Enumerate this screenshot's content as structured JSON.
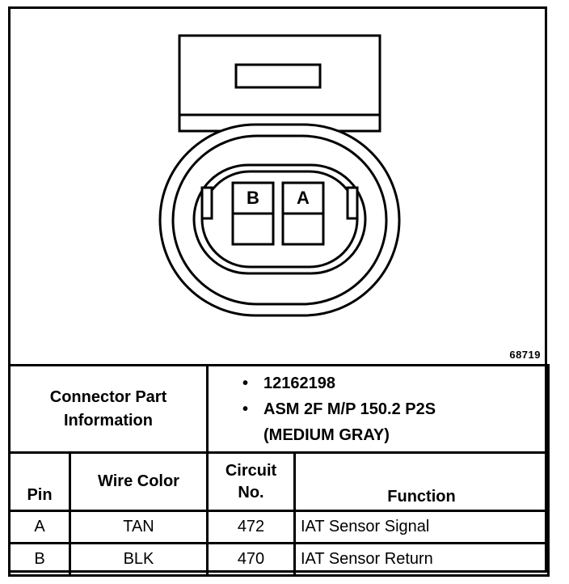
{
  "diagram": {
    "figure_number": "68719",
    "pin_labels": [
      "B",
      "A"
    ]
  },
  "connector_info": {
    "label_line1": "Connector Part",
    "label_line2": "Information",
    "items": [
      {
        "line1": "12162198",
        "line2": ""
      },
      {
        "line1": "ASM 2F M/P 150.2 P2S",
        "line2": "(MEDIUM GRAY)"
      }
    ]
  },
  "table": {
    "headers": {
      "pin": "Pin",
      "wire_color": "Wire Color",
      "circuit_line1": "Circuit",
      "circuit_line2": "No.",
      "function": "Function"
    },
    "rows": [
      {
        "pin": "A",
        "wire_color": "TAN",
        "circuit": "472",
        "function": "IAT Sensor Signal"
      },
      {
        "pin": "B",
        "wire_color": "BLK",
        "circuit": "470",
        "function": "IAT Sensor Return"
      }
    ]
  }
}
